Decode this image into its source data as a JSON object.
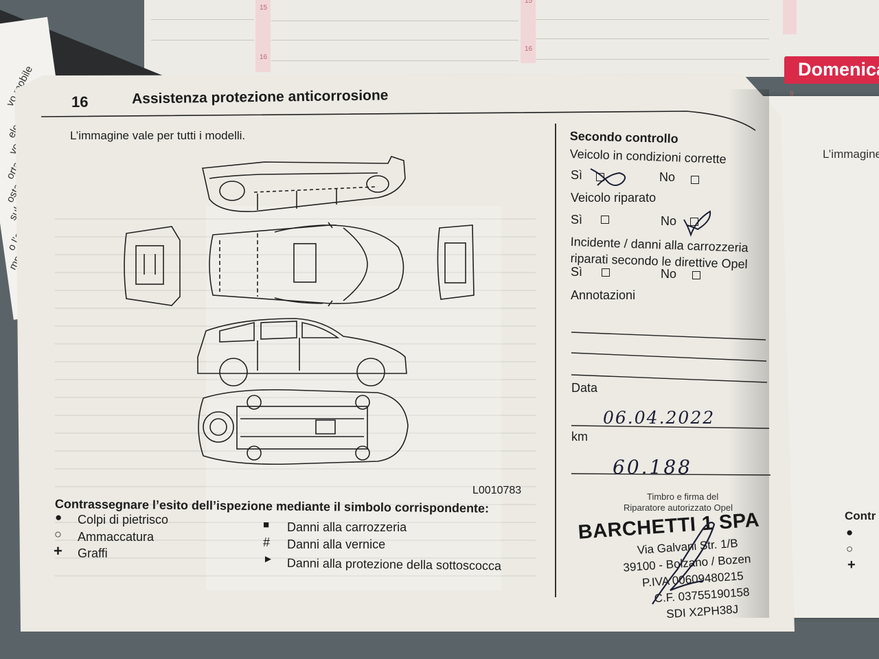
{
  "page": {
    "number": "16",
    "title": "Assistenza protezione anticorrosione",
    "intro": "L’immagine vale per tutti i modelli.",
    "figure_code": "L0010783"
  },
  "legend": {
    "heading": "Contrassegnare l’esito dell’ispezione mediante il simbolo corrispondente:",
    "items": [
      {
        "symbol": "●",
        "label": "Colpi di pietrisco"
      },
      {
        "symbol": "○",
        "label": "Ammaccatura"
      },
      {
        "symbol": "+",
        "label": "Graffi"
      },
      {
        "symbol": "■",
        "label": "Danni alla carrozzeria"
      },
      {
        "symbol": "#",
        "label": "Danni alla vernice"
      },
      {
        "symbol": "►",
        "label": "Danni alla protezione della sottoscocca"
      }
    ]
  },
  "form": {
    "heading": "Secondo controllo",
    "q1": {
      "label": "Veicolo in condizioni corrette",
      "yes": "Sì",
      "no": "No",
      "answer": "Sì"
    },
    "q2": {
      "label": "Veicolo riparato",
      "yes": "Sì",
      "no": "No",
      "answer": "No"
    },
    "q3": {
      "label_line1": "Incidente / danni alla carrozzeria",
      "label_line2": "riparati secondo le direttive Opel",
      "yes": "Sì",
      "no": "No"
    },
    "notes_label": "Annotazioni",
    "date_label": "Data",
    "date_value": "06.04.2022",
    "km_label": "km",
    "km_value": "60.188",
    "stamp_caption_line1": "Timbro e firma del",
    "stamp_caption_line2": "Riparatore autorizzato Opel"
  },
  "stamp": {
    "company": "BARCHETTI 1 SPA",
    "address": "Via Galvani Str. 1/B",
    "city": "39100 - Bolzano / Bozen",
    "vat": "P.IVA 00609480215",
    "tax_code": "C.F. 03755190158",
    "sdi": "SDI X2PH38J"
  },
  "background": {
    "planner_tab": "Domenica",
    "planner_numbers": [
      "15",
      "16",
      "15",
      "16",
      "8"
    ],
    "right_page_text": "L’immagine",
    "right_page_legend": "Contr",
    "left_leaflet_lines": [
      "vo mobile",
      "elezio",
      "vo e s",
      "ortarsi",
      "ostazi",
      "sul d",
      "o l’a",
      "mpo"
    ]
  },
  "colors": {
    "page": "#eceae3",
    "ink": "#1c1c1c",
    "handwriting": "#1d1f35",
    "planner_tab": "#d92a4a"
  }
}
